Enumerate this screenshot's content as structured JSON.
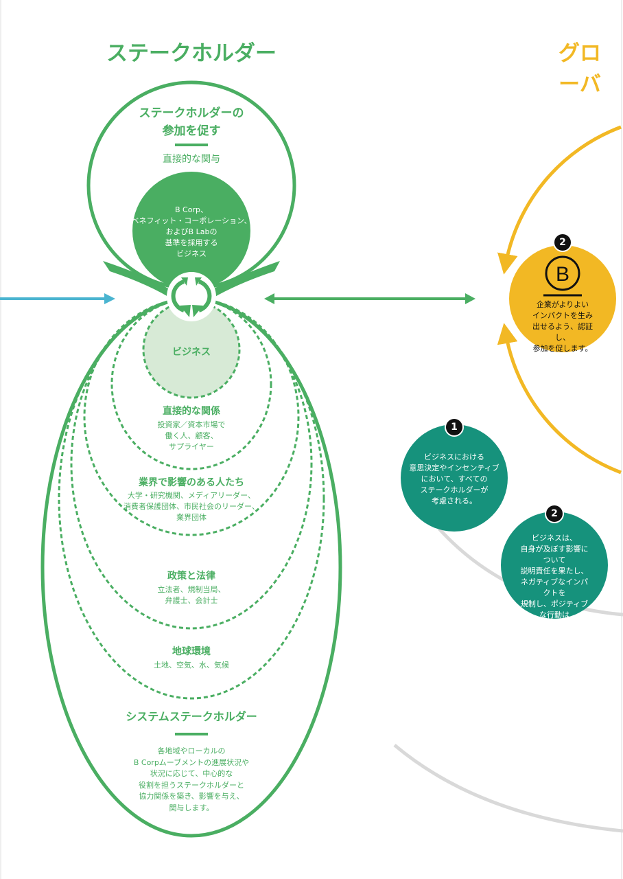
{
  "colors": {
    "green": "#4aae62",
    "light_green": "#d7ead6",
    "yellow": "#f2b824",
    "teal": "#16927c",
    "blue": "#4ab4d0",
    "gray": "#d9d9d9"
  },
  "titles": {
    "left": "ステークホルダー",
    "right": "グローバ"
  },
  "top_circle": {
    "heading": "ステークホルダーの\n参加を促す",
    "subheading": "直接的な関与",
    "inner_text": "B Corp、\nベネフィット・コーポレーション、\nおよびB Labの\n基準を採用する\nビジネス"
  },
  "business_label": "ビジネス",
  "rings": [
    {
      "heading": "直接的な関係",
      "text": "投資家／資本市場で\n働く人、顧客、\nサプライヤー"
    },
    {
      "heading": "業界で影響のある人たち",
      "text": "大学・研究機関、メディアリーダー、\n消費者保護団体、市民社会のリーダー、\n業界団体"
    },
    {
      "heading": "政策と法律",
      "text": "立法者、規制当局、\n弁護士、会計士"
    },
    {
      "heading": "地球環境",
      "text": "土地、空気、水、気候"
    }
  ],
  "system": {
    "heading": "システムステークホルダー",
    "text": "各地域やローカルの\nB Corpムーブメントの進展状況や\n状況に応じて、中心的な\n役割を担うステークホルダーと\n協力関係を築き、影響を与え、\n関与します。"
  },
  "blab": {
    "badge": "2",
    "logo": "B",
    "text": "企業がよりよい\nインパクトを生み\n出せるよう、認証し、\n参加を促します。"
  },
  "teal_circles": [
    {
      "badge": "1",
      "text": "ビジネスにおける\n意思決定やインセンティブ\nにおいて、すべての\nステークホルダーが\n考慮される。"
    },
    {
      "badge": "2",
      "text": "ビジネスは、\n自身が及ぼす影響について\n説明責任を果たし、\nネガティブなインパクトを\n規制し、ポジティブな行動は\n推進する。"
    }
  ],
  "icons": {
    "cycle": "cycle-arrows-icon",
    "b_corp": "b-corp-logo-icon"
  }
}
